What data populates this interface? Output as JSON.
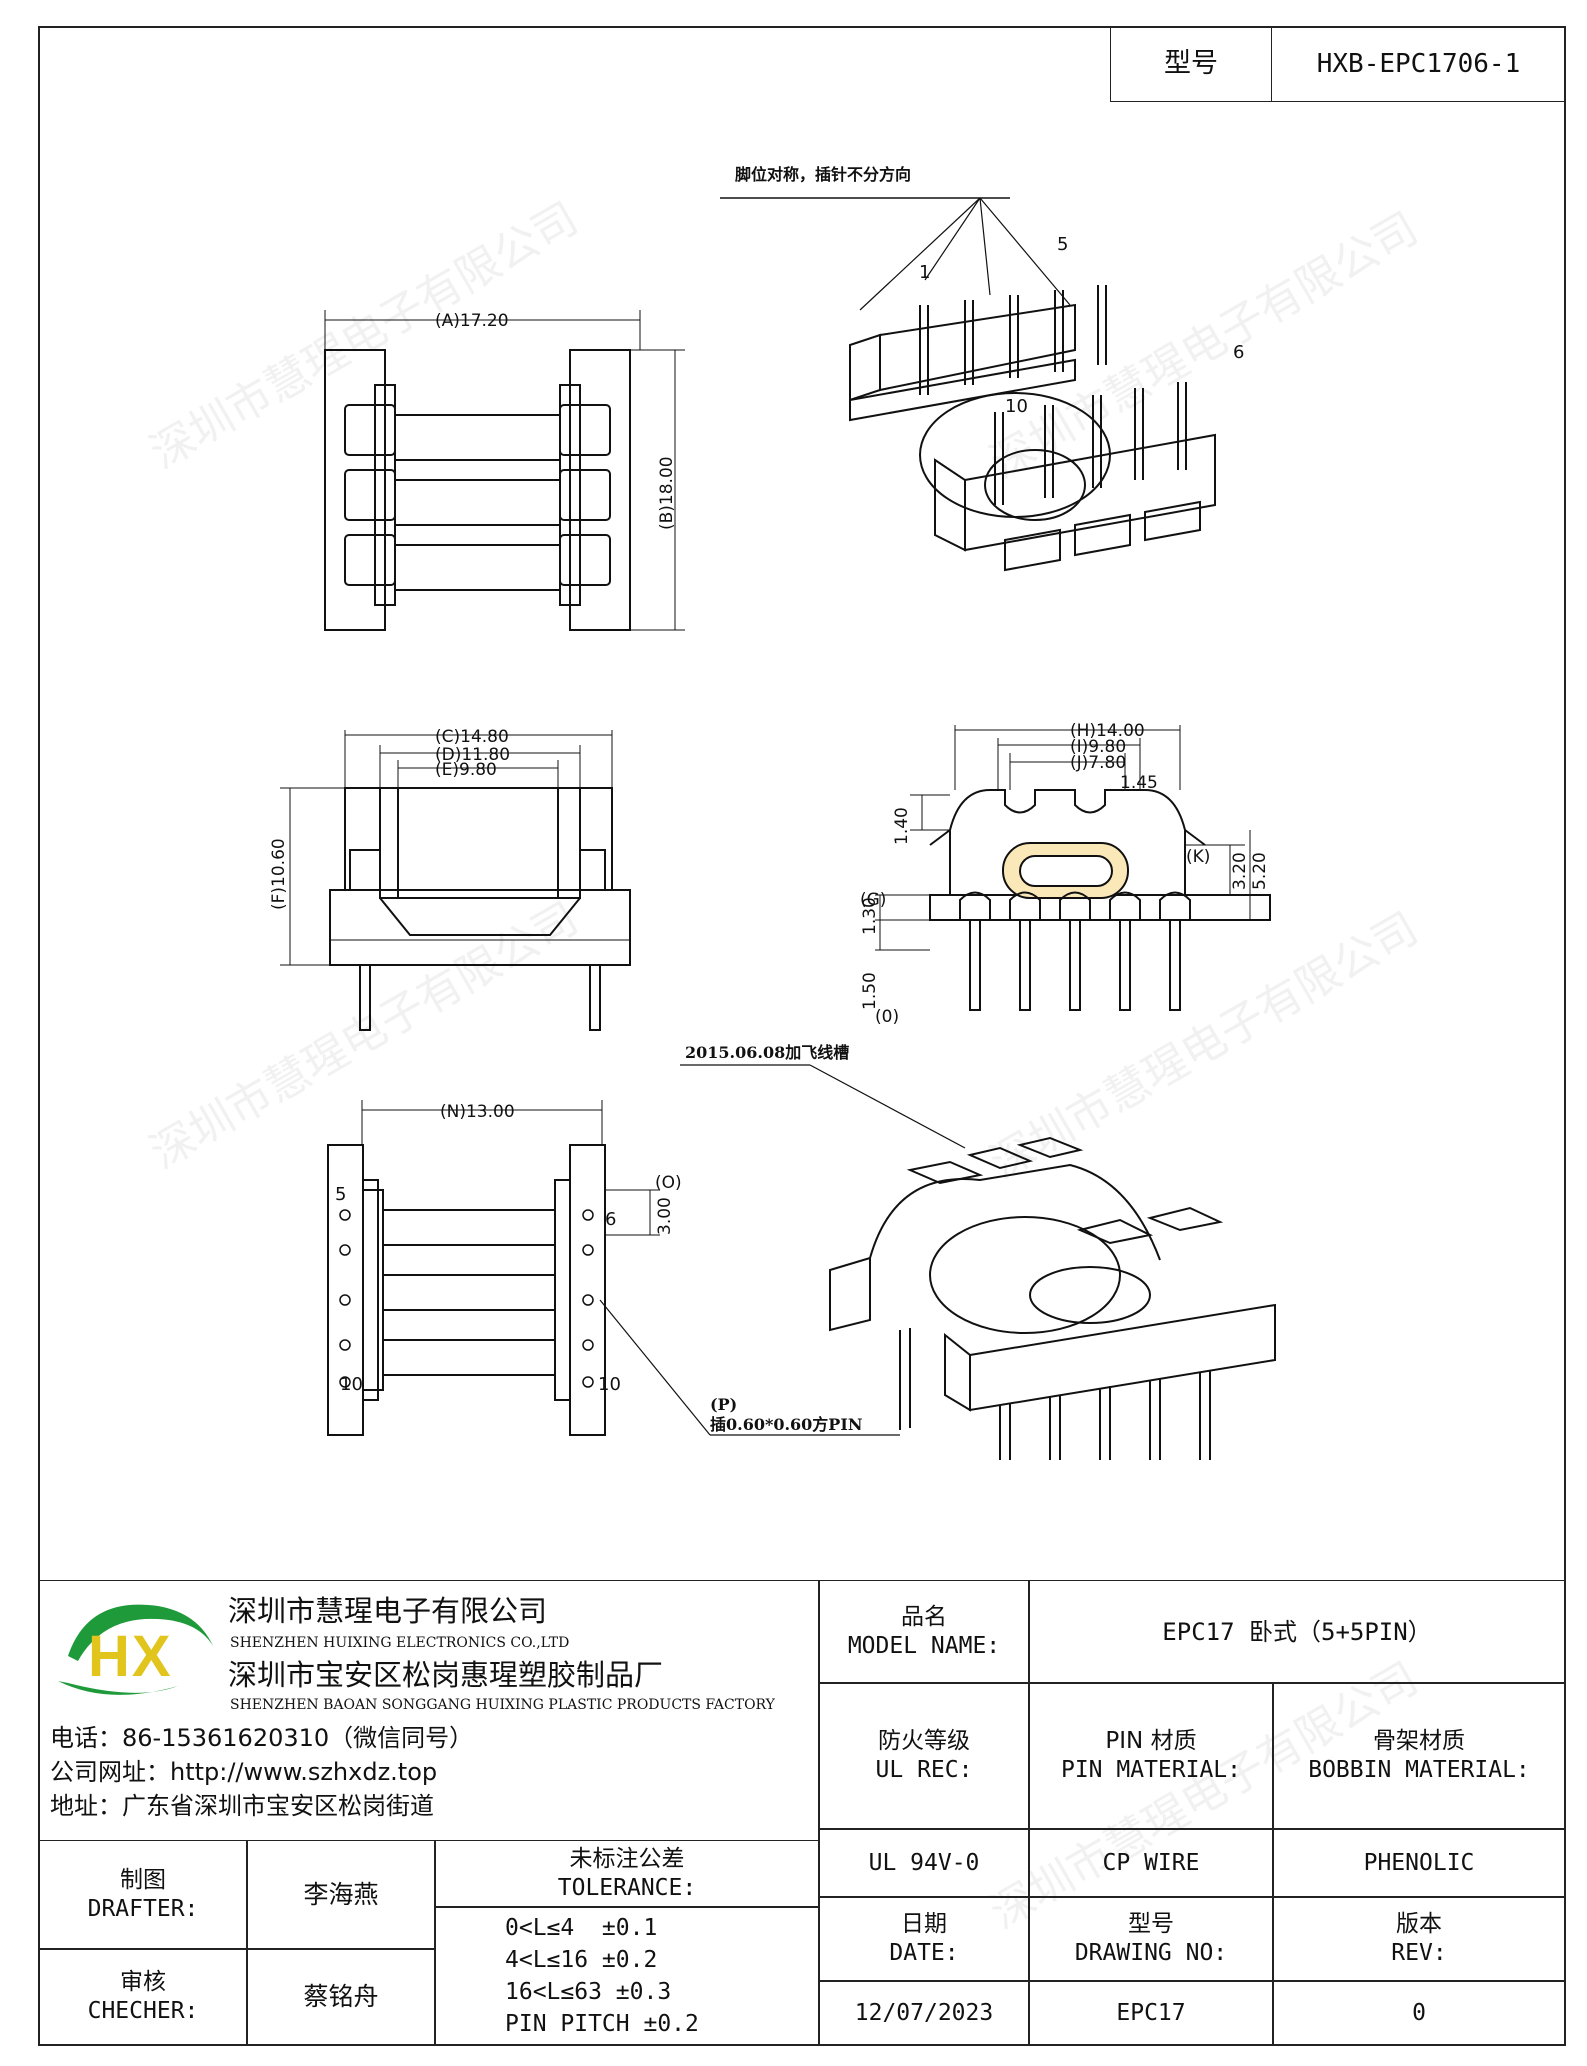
{
  "header": {
    "model_label": "型号",
    "model_value": "HXB-EPC1706-1"
  },
  "drawing": {
    "top_note": "脚位对称，插针不分方向",
    "top_pins": [
      "1",
      "5",
      "6",
      "10"
    ],
    "top_dim_a": "(A)17.20",
    "top_dim_b": "(B)18.00",
    "mid_dim_c": "(C)14.80",
    "mid_dim_d": "(D)11.80",
    "mid_dim_e": "(E)9.80",
    "mid_dim_f": "(F)10.60",
    "right_dim_h": "(H)14.00",
    "right_dim_i": "(I)9.80",
    "right_dim_j": "(J)7.80",
    "right_dim_145": "1.45",
    "right_dim_140": "1.40",
    "right_dim_k": "(K)",
    "right_dim_320": "3.20",
    "right_dim_520": "5.20",
    "right_dim_g": "(G)",
    "right_dim_130": "1.30",
    "right_dim_150": "1.50",
    "right_dim_0": "(0)",
    "bottom_note": "2015.06.08加飞线槽",
    "bottom_dim_n": "(N)13.00",
    "bottom_dim_o": "(O)",
    "bottom_dim_300": "3.00",
    "bottom_pin_note_p": "(P)",
    "bottom_pin_note": "插0.60*0.60方PIN",
    "bottom_pins": [
      "5",
      "6",
      "10",
      "10"
    ]
  },
  "watermark": "深圳市慧瑆电子有限公司",
  "company": {
    "logo_letters": "HX",
    "name_cn": "深圳市慧瑆电子有限公司",
    "name_en": "SHENZHEN HUIXING ELECTRONICS CO.,LTD",
    "factory_cn": "深圳市宝安区松岗惠瑆塑胶制品厂",
    "factory_en": "SHENZHEN BAOAN SONGGANG HUIXING PLASTIC PRODUCTS FACTORY",
    "phone": "电话：86-15361620310（微信同号）",
    "website": "公司网址：http://www.szhxdz.top",
    "address": "地址：广东省深圳市宝安区松岗街道"
  },
  "title_block": {
    "model_name_cn": "品名",
    "model_name_en": "MODEL NAME:",
    "model_name_value": "EPC17 卧式（5+5PIN）",
    "ul_cn": "防火等级",
    "ul_en": "UL REC:",
    "pin_mat_cn": "PIN 材质",
    "pin_mat_en": "PIN MATERIAL:",
    "bobbin_cn": "骨架材质",
    "bobbin_en": "BOBBIN MATERIAL:",
    "ul_value": "UL 94V-0",
    "pin_value": "CP WIRE",
    "bobbin_value": "PHENOLIC",
    "date_cn": "日期",
    "date_en": "DATE:",
    "drawing_no_cn": "型号",
    "drawing_no_en": "DRAWING NO:",
    "rev_cn": "版本",
    "rev_en": "REV:",
    "date_value": "12/07/2023",
    "drawing_no_value": "EPC17",
    "rev_value": "0",
    "drafter_cn": "制图",
    "drafter_en": "DRAFTER:",
    "drafter_value": "李海燕",
    "checker_cn": "审核",
    "checker_en": "CHECHER:",
    "checker_value": "蔡铭舟",
    "tolerance_cn": "未标注公差",
    "tolerance_en": "TOLERANCE:",
    "tolerance_lines": [
      "0<L≤4  ±0.1",
      "4<L≤16 ±0.2",
      "16<L≤63 ±0.3",
      "PIN PITCH ±0.2"
    ]
  }
}
